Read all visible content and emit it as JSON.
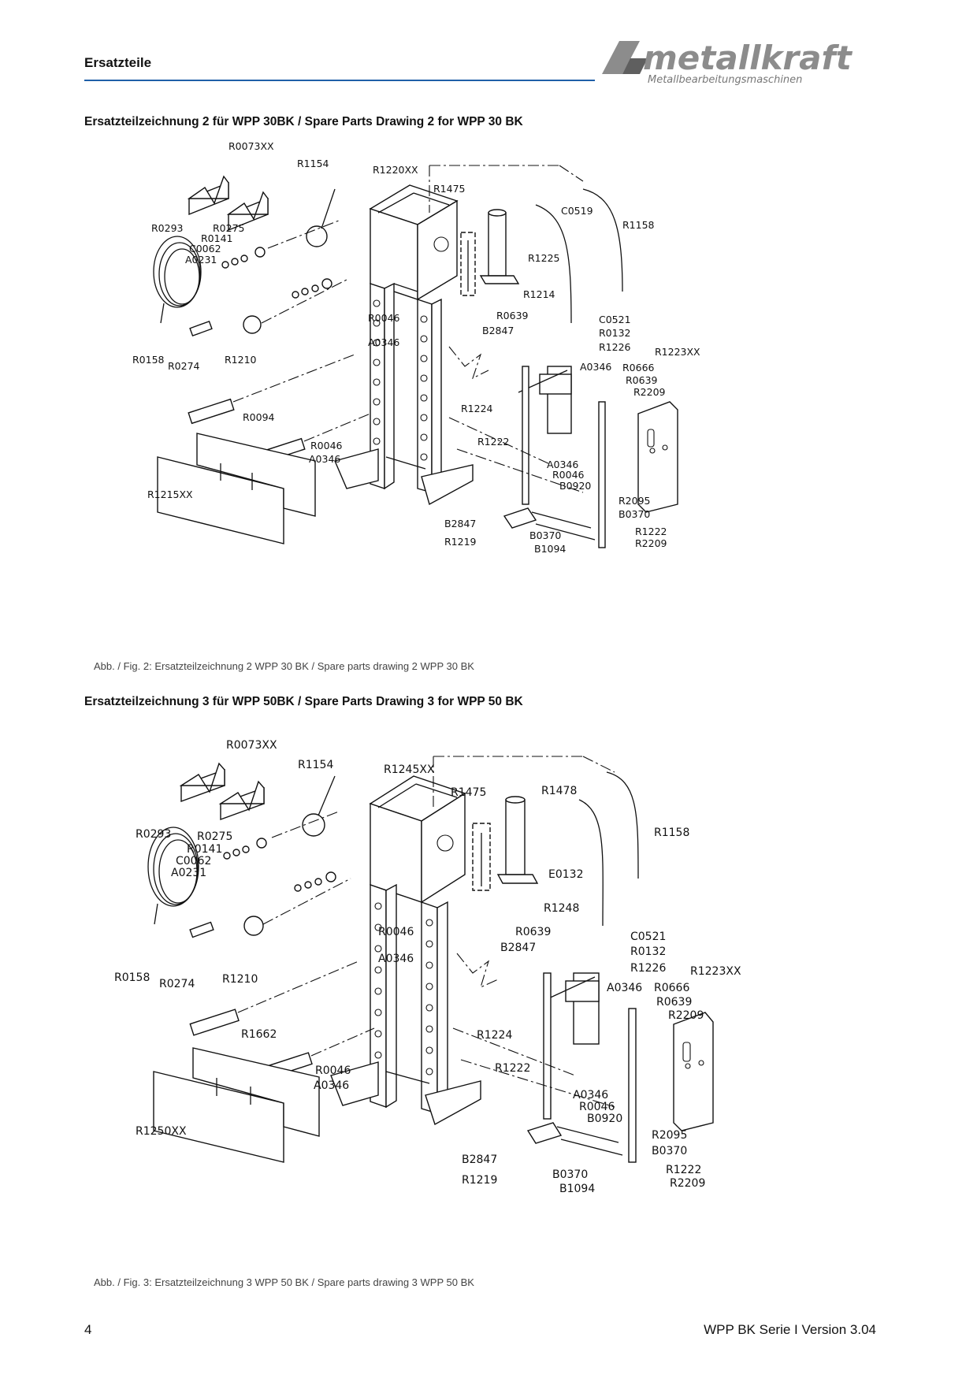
{
  "header": {
    "title": "Ersatzteile",
    "logo_text": "metallkraft",
    "logo_subtitle": "Metallbearbeitungsmaschinen"
  },
  "colors": {
    "accent": "#1f5fa8",
    "logo_gray": "#8c8c8c"
  },
  "sections": [
    {
      "title": "Ersatzteilzeichnung 2 für WPP 30BK / Spare Parts Drawing 2 for WPP 30 BK",
      "caption": "Abb. / Fig. 2: Ersatzteilzeichnung 2 WPP 30 BK / Spare parts drawing 2 WPP 30 BK",
      "labels": {
        "r0073": "R0073XX",
        "r1154": "R1154",
        "frame": "R1220XX",
        "r1475": "R1475",
        "c0519": "C0519",
        "r1158": "R1158",
        "cyl": "R1225",
        "r1214": "R1214",
        "r0293": "R0293",
        "r0275": "R0275",
        "r0141": "R0141",
        "c0062": "C0062",
        "a0231": "A0231",
        "r0158": "R0158",
        "r0274": "R0274",
        "r1210": "R1210",
        "r0046a": "R0046",
        "a0346a": "A0346",
        "r0639a": "R0639",
        "b2847a": "B2847",
        "c0521": "C0521",
        "r0132": "R0132",
        "r1226": "R1226",
        "a0346b": "A0346",
        "r0666": "R0666",
        "r0639b": "R0639",
        "r2209a": "R2209",
        "r1223": "R1223XX",
        "r1224": "R1224",
        "pin": "R0094",
        "r0046b": "R0046",
        "a0346c": "A0346",
        "r1222a": "R1222",
        "a0346d": "A0346",
        "r0046c": "R0046",
        "b0920": "B0920",
        "box": "R1215XX",
        "r2095": "R2095",
        "b0370a": "B0370",
        "b2847b": "B2847",
        "r1219": "R1219",
        "b0370b": "B0370",
        "r1222b": "R1222",
        "r2209b": "R2209",
        "b1094": "B1094"
      }
    },
    {
      "title": "Ersatzteilzeichnung 3 für WPP 50BK / Spare Parts Drawing 3 for WPP 50 BK",
      "caption": "Abb. / Fig. 3: Ersatzteilzeichnung 3 WPP 50 BK / Spare parts drawing 3 WPP 50 BK",
      "labels": {
        "r0073": "R0073XX",
        "r1154": "R1154",
        "frame": "R1245XX",
        "r1475": "R1475",
        "c0519": "R1478",
        "r1158": "R1158",
        "cyl": "E0132",
        "r1214": "R1248",
        "r0293": "R0293",
        "r0275": "R0275",
        "r0141": "R0141",
        "c0062": "C0062",
        "a0231": "A0231",
        "r0158": "R0158",
        "r0274": "R0274",
        "r1210": "R1210",
        "r0046a": "R0046",
        "a0346a": "A0346",
        "r0639a": "R0639",
        "b2847a": "B2847",
        "c0521": "C0521",
        "r0132": "R0132",
        "r1226": "R1226",
        "a0346b": "A0346",
        "r0666": "R0666",
        "r0639b": "R0639",
        "r2209a": "R2209",
        "r1223": "R1223XX",
        "r1224": "R1224",
        "pin": "R1662",
        "r0046b": "R0046",
        "a0346c": "A0346",
        "r1222a": "R1222",
        "a0346d": "A0346",
        "r0046c": "R0046",
        "b0920": "B0920",
        "box": "R1250XX",
        "r2095": "R2095",
        "b0370a": "B0370",
        "b2847b": "B2847",
        "r1219": "R1219",
        "b0370b": "B0370",
        "r1222b": "R1222",
        "r2209b": "R2209",
        "b1094": "B1094"
      }
    }
  ],
  "footer": {
    "page_number": "4",
    "series": "WPP BK Serie I Version 3.04"
  }
}
